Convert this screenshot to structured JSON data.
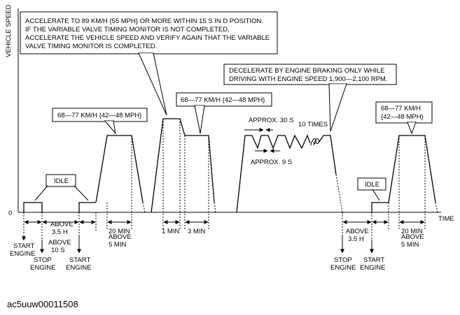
{
  "axes": {
    "y_label": "VEHICLE SPEED",
    "x_label": "TIME",
    "origin": "0"
  },
  "callouts": {
    "accelerate": [
      "ACCELERATE TO 89 KM/H {55 MPH} OR MORE WITHIN 15 S IN D POSITION.",
      "IF THE VARIABLE VALVE TIMING MONITOR IS NOT COMPLETED,",
      "ACCELERATE THE VEHICLE SPEED AND VERIFY AGAIN THAT THE VARIABLE",
      "VALVE TIMING MONITOR IS COMPLETED."
    ],
    "decelerate": [
      "DECELERATE BY ENGINE BRAKING ONLY WHILE",
      "DRIVING WITH ENGINE SPEED 1,900—2,100 RPM."
    ],
    "speed_range_1": "68—77 KM/H {42—48 MPH}",
    "speed_range_2": "68—77 KM/H {42—48 MPH}",
    "speed_range_3": [
      "68—77 KM/H",
      "{42—48 MPH}"
    ],
    "idle_1": "IDLE",
    "idle_2": "IDLE"
  },
  "annotations": {
    "approx_30s": "APPROX. 30 S",
    "approx_9s": "APPROX. 9 S",
    "ten_times": "10 TIMES"
  },
  "durations": {
    "above_35h_1": [
      "ABOVE",
      "3.5 H"
    ],
    "above_10s": [
      "ABOVE",
      "10 S"
    ],
    "above_5min_1": [
      "ABOVE",
      "5 MIN"
    ],
    "min20_1": "20 MIN",
    "min1": "1 MIN",
    "min3": "3 MIN",
    "above_35h_2": [
      "ABOVE",
      "3.5 H"
    ],
    "above_5min_2": [
      "ABOVE",
      "5 MIN"
    ],
    "min20_2": "20 MIN"
  },
  "events": {
    "start_engine_1": [
      "START",
      "ENGINE"
    ],
    "stop_engine_1": [
      "STOP",
      "ENGINE"
    ],
    "start_engine_2": [
      "START",
      "ENGINE"
    ],
    "stop_engine_2": [
      "STOP",
      "ENGINE"
    ],
    "start_engine_3": [
      "START",
      "ENGINE"
    ]
  },
  "figure_id": "ac5uuw00011508"
}
